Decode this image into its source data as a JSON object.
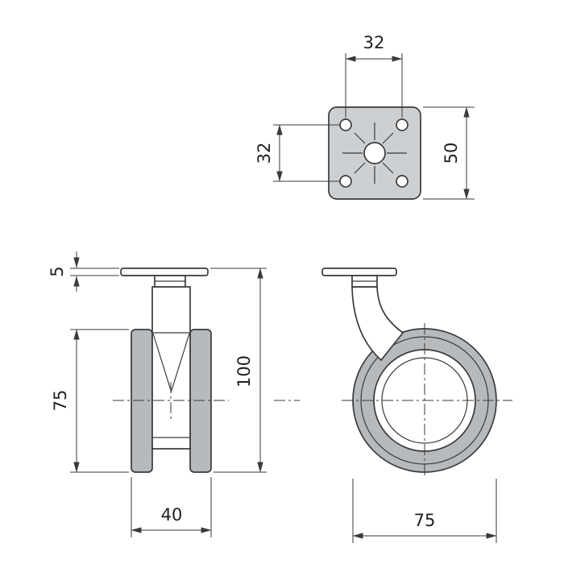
{
  "colors": {
    "line": "#3a3a3a",
    "dim": "#3a3a3a",
    "wheel_fill": "#b7babc",
    "plate_fill": "#cdd0d2",
    "background": "#ffffff"
  },
  "dimensions": {
    "top_view": {
      "hole_spacing_h": "32",
      "hole_spacing_v": "32",
      "plate_size": "50"
    },
    "front_view": {
      "plate_thickness": "5",
      "wheel_diameter": "75",
      "total_height": "100",
      "overall_width": "40"
    },
    "side_view": {
      "wheel_diameter": "75"
    }
  }
}
